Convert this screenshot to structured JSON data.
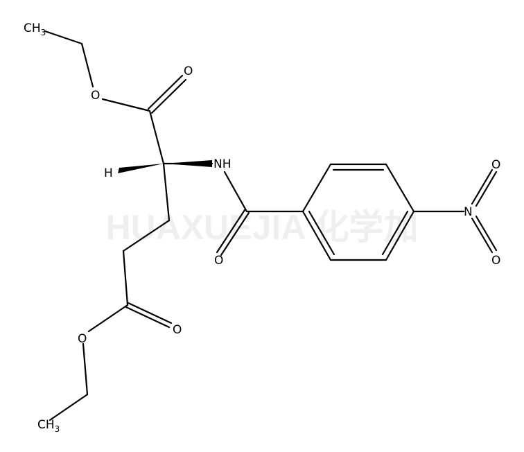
{
  "watermark": "HUAXUEJIA 化学加",
  "colors": {
    "bond": "#000000",
    "watermark": "#efefef",
    "background": "#ffffff"
  },
  "atoms": {
    "ch3_top": {
      "main": "CH",
      "sub": "3"
    },
    "o_ether_top": "O",
    "o_carbonyl_top": "O",
    "h_stereo": "H",
    "nh": "NH",
    "o_amide": "O",
    "nitro_n": "N",
    "nitro_o_top": "O",
    "nitro_o_bottom": "O",
    "o_carbonyl_bottom": "O",
    "o_ether_bottom": "O",
    "ch3_bottom": {
      "main": "CH",
      "sub": "3"
    }
  }
}
